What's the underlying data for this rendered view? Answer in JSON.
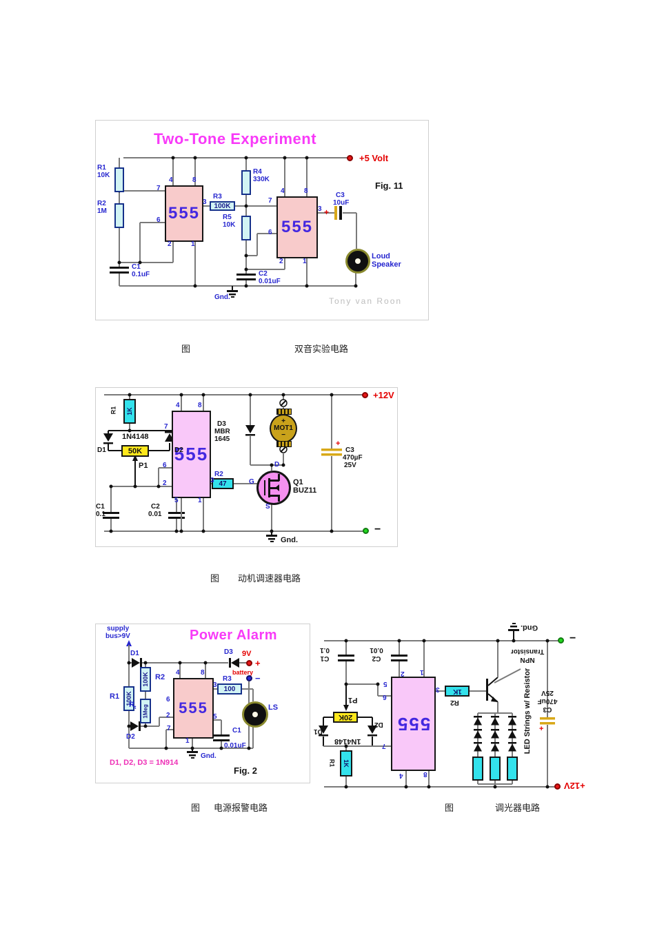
{
  "colors": {
    "accent_magenta": "#f83af8",
    "label_blue": "#2626cf",
    "chip_text": "#4428e0",
    "chip_pink": "#f8cbcb",
    "chip_violet": "#f9c8f9",
    "resistor_pale_cyan": "#d2f4f4",
    "resistor_cyan": "#33e2ec",
    "pot_yellow": "#ffe81c",
    "motor_gold": "#c9a21b",
    "mosfet_violet": "#f590ef",
    "power_red": "#e40000",
    "ground_green": "#22d81e",
    "wire_gray": "#7a7a7a"
  },
  "pins": {
    "p1": "1",
    "p2": "2",
    "p3": "3",
    "p4": "4",
    "p5": "5",
    "p6": "6",
    "p7": "7",
    "p8": "8"
  },
  "fig1": {
    "title": "Two-Tone Experiment",
    "fig": "Fig. 11",
    "power": "+5 Volt",
    "gnd": "Gnd.",
    "credit": "Tony van Roon",
    "chip_a": "555",
    "chip_b": "555",
    "r1n": "R1",
    "r1v": "10K",
    "r2n": "R2",
    "r2v": "1M",
    "r3n": "R3",
    "r3v": "100K",
    "r4n": "R4",
    "r4v": "330K",
    "r5n": "R5",
    "r5v": "10K",
    "c1n": "C1",
    "c1v": "0.1uF",
    "c2n": "C2",
    "c2v": "0.01uF",
    "c3n": "C3",
    "c3v": "10uF",
    "c3p": "+",
    "spk1": "Loud",
    "spk2": "Speaker",
    "caption_tag": "图",
    "caption": "双音实验电路"
  },
  "fig2": {
    "power": "+12V",
    "neg": "−",
    "gnd": "Gnd.",
    "chip": "555",
    "r1n": "R1",
    "r1v": "1K",
    "d1": "D1",
    "d2": "D2",
    "dval": "1N4148",
    "pot": "50K",
    "potl": "P1",
    "d3n": "D3",
    "d3v1": "MBR",
    "d3v2": "1645",
    "mplus": "+",
    "motor": "MOT1",
    "mminus": "−",
    "r2n": "R2",
    "r2v": "47",
    "g": "G",
    "d": "D",
    "s": "S",
    "q1n": "Q1",
    "q1v": "BUZ11",
    "c1n": "C1",
    "c1v": "0.1",
    "c2n": "C2",
    "c2v": "0.01",
    "c3n": "C3",
    "c3v": "470µF",
    "c3v2": "25V",
    "c3p": "+",
    "caption_tag": "图",
    "caption": "动机调速器电路"
  },
  "fig3": {
    "sup1": "supply",
    "sup2": "bus>9V",
    "title": "Power Alarm",
    "d1": "D1",
    "d3": "D3",
    "batv": "9V",
    "batp": "+",
    "batl": "battery",
    "batm": "−",
    "r1n": "R1",
    "r1v": "100K",
    "r2n": "R2",
    "r2v": "100K",
    "rtn": "R",
    "rts": "t",
    "rtv": "1Meg",
    "d2": "D2",
    "chip": "555",
    "r3n": "R3",
    "r3v": "100",
    "ls": "LS",
    "c1n": "C1",
    "c1v": "0.01uF",
    "note": "D1, D2, D3 = 1N914",
    "gnd": "Gnd.",
    "fig": "Fig. 2",
    "caption_tag": "图",
    "caption": "电源报警电路"
  },
  "fig4": {
    "gnd": "Gnd.",
    "neg": "−",
    "npn1": "NPN",
    "npn2": "Transistor",
    "r2n": "R2",
    "r2v": "1K",
    "chip": "555",
    "led": "LED Strings w/ Resistor",
    "c3n": "C3",
    "c3v": "470uF",
    "c3v2": "25V",
    "c3p": "+",
    "potl": "P1",
    "pot": "20K",
    "d1": "D1",
    "d2": "D2",
    "dval": "1N4148",
    "r1n": "R1",
    "r1v": "1K",
    "c1n": "C1",
    "c1v": "0.1",
    "c2n": "C2",
    "c2v": "0.01",
    "power": "+12V",
    "caption_tag": "图",
    "caption": "调光器电路"
  }
}
